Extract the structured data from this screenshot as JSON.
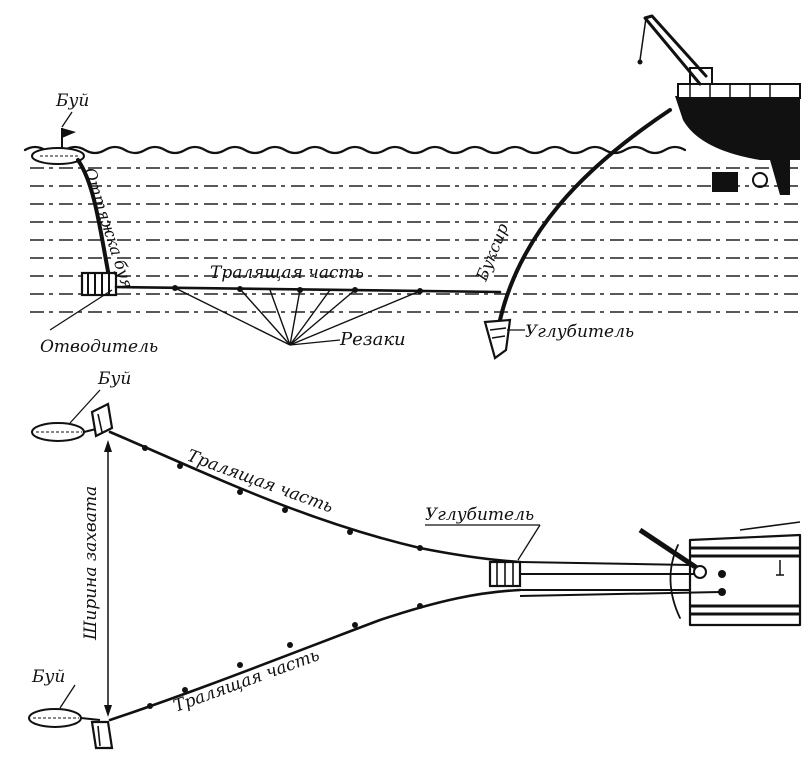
{
  "top_view": {
    "buoy_label": "Буй",
    "buoy_rope_label": "Оттяжка буя",
    "trawl_part_label": "Тралящая часть",
    "cutters_label": "Резаки",
    "towline_label": "Буксир",
    "depressor_label": "Углубитель",
    "otter_label": "Отводитель"
  },
  "plan_view": {
    "buoy_top_label": "Буй",
    "buoy_bottom_label": "Буй",
    "trawl_part_upper_label": "Тралящая часть",
    "trawl_part_lower_label": "Тралящая часть",
    "depressor_label": "Углубитель",
    "sweep_width_label": "Ширина захвата"
  }
}
